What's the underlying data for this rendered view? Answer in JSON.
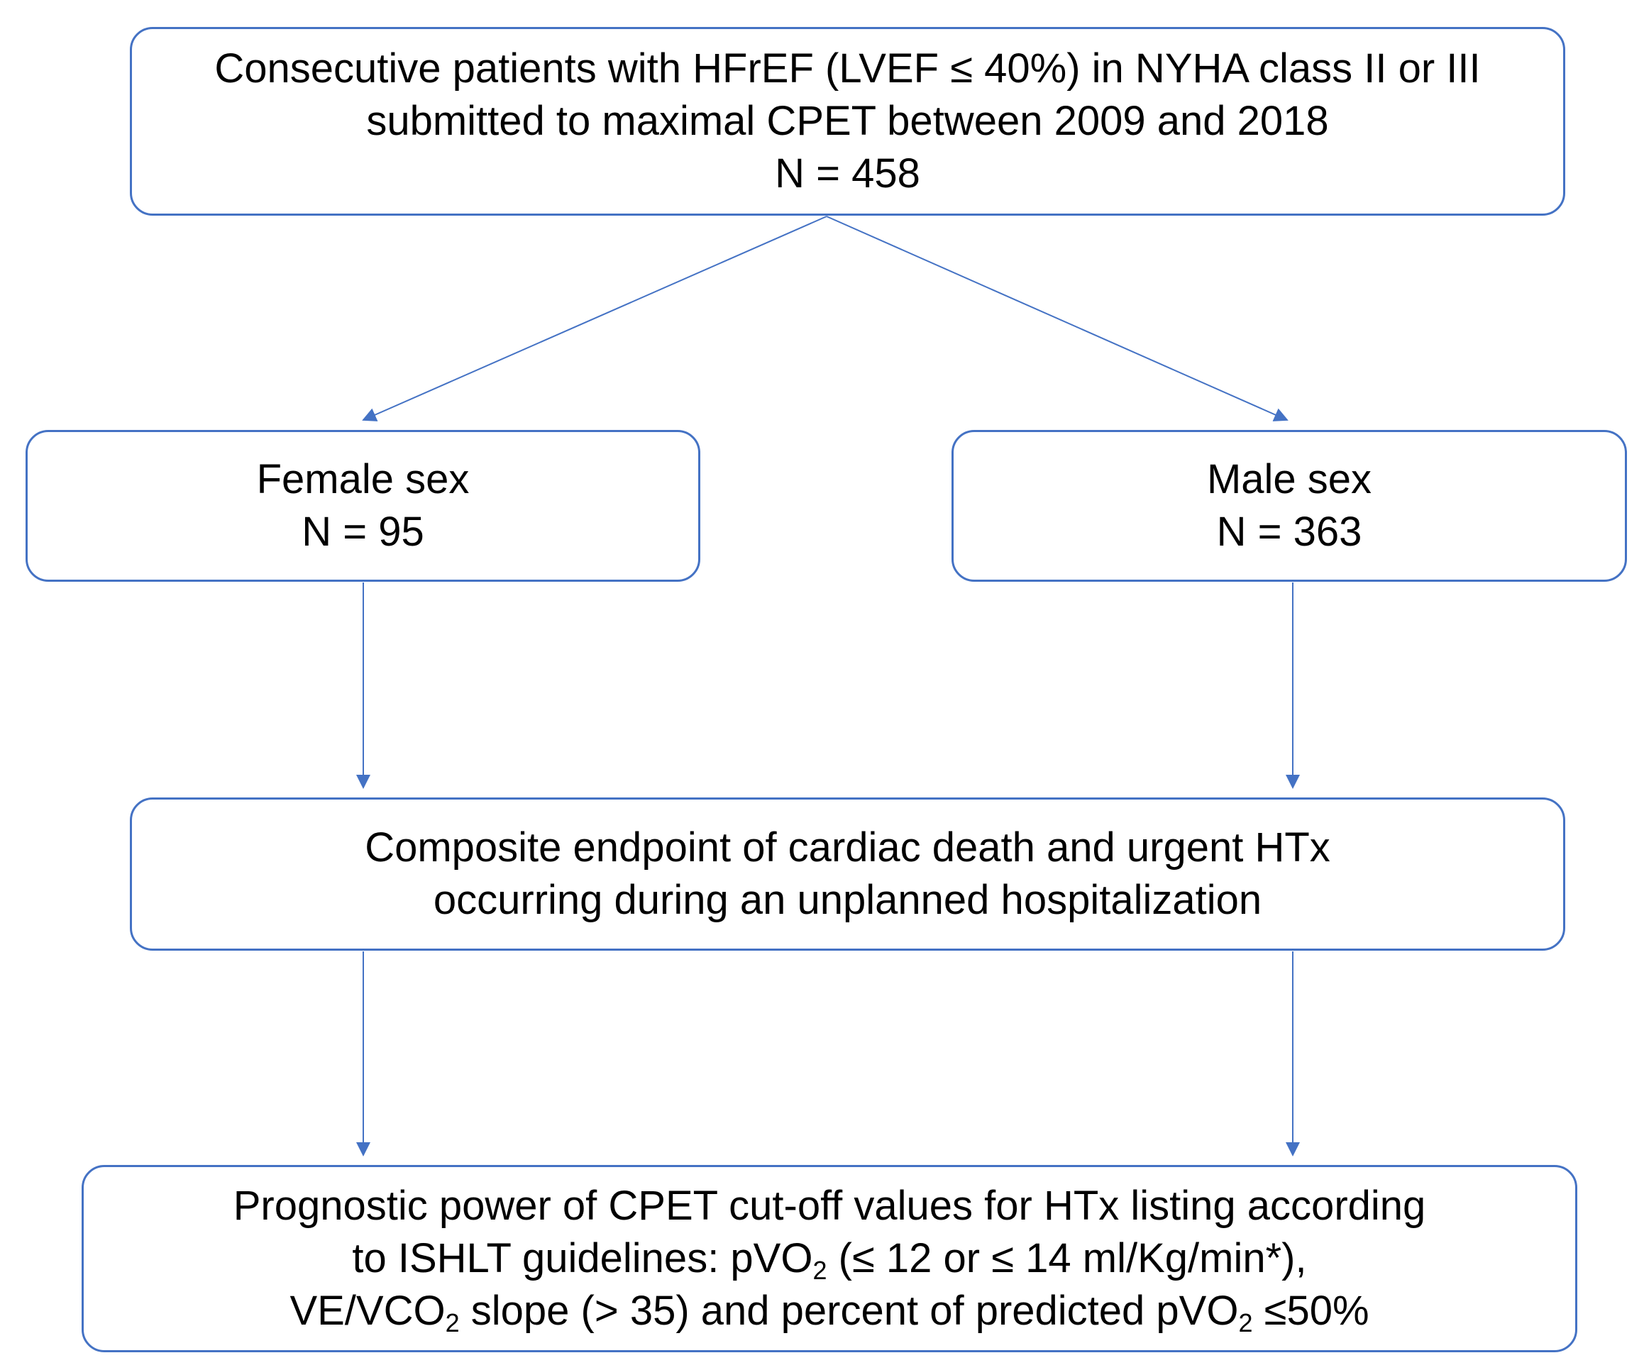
{
  "colors": {
    "border": "#4472c4",
    "arrow": "#4472c4",
    "text": "#000000",
    "background": "#ffffff"
  },
  "nodes": {
    "cohort": {
      "lines": [
        "Consecutive patients with HFrEF (LVEF ≤ 40%) in NYHA class II or III",
        "submitted to maximal CPET between 2009 and 2018",
        "N = 458"
      ]
    },
    "female": {
      "label": "Female sex",
      "count": "N = 95"
    },
    "male": {
      "label": "Male sex",
      "count": "N = 363"
    },
    "endpoint": {
      "lines": [
        "Composite endpoint of cardiac death and urgent HTx",
        "occurring during an unplanned hospitalization"
      ]
    },
    "outcome": {
      "line1": "Prognostic power of CPET cut-off values for HTx listing according",
      "line2_pre": "to ISHLT guidelines: pVO",
      "line2_sub": "2",
      "line2_post": " (≤ 12 or ≤ 14 ml/Kg/min*),",
      "line3_a": "VE/VCO",
      "line3_sub1": "2",
      "line3_b": " slope (> 35) and percent of predicted pVO",
      "line3_sub2": "2",
      "line3_c": " ≤50%"
    }
  },
  "edges": [
    {
      "from": "cohort",
      "to": "female"
    },
    {
      "from": "cohort",
      "to": "male"
    },
    {
      "from": "female",
      "to": "endpoint"
    },
    {
      "from": "male",
      "to": "endpoint"
    },
    {
      "from": "endpoint",
      "to": "outcome"
    },
    {
      "from": "endpoint",
      "to": "outcome"
    }
  ]
}
